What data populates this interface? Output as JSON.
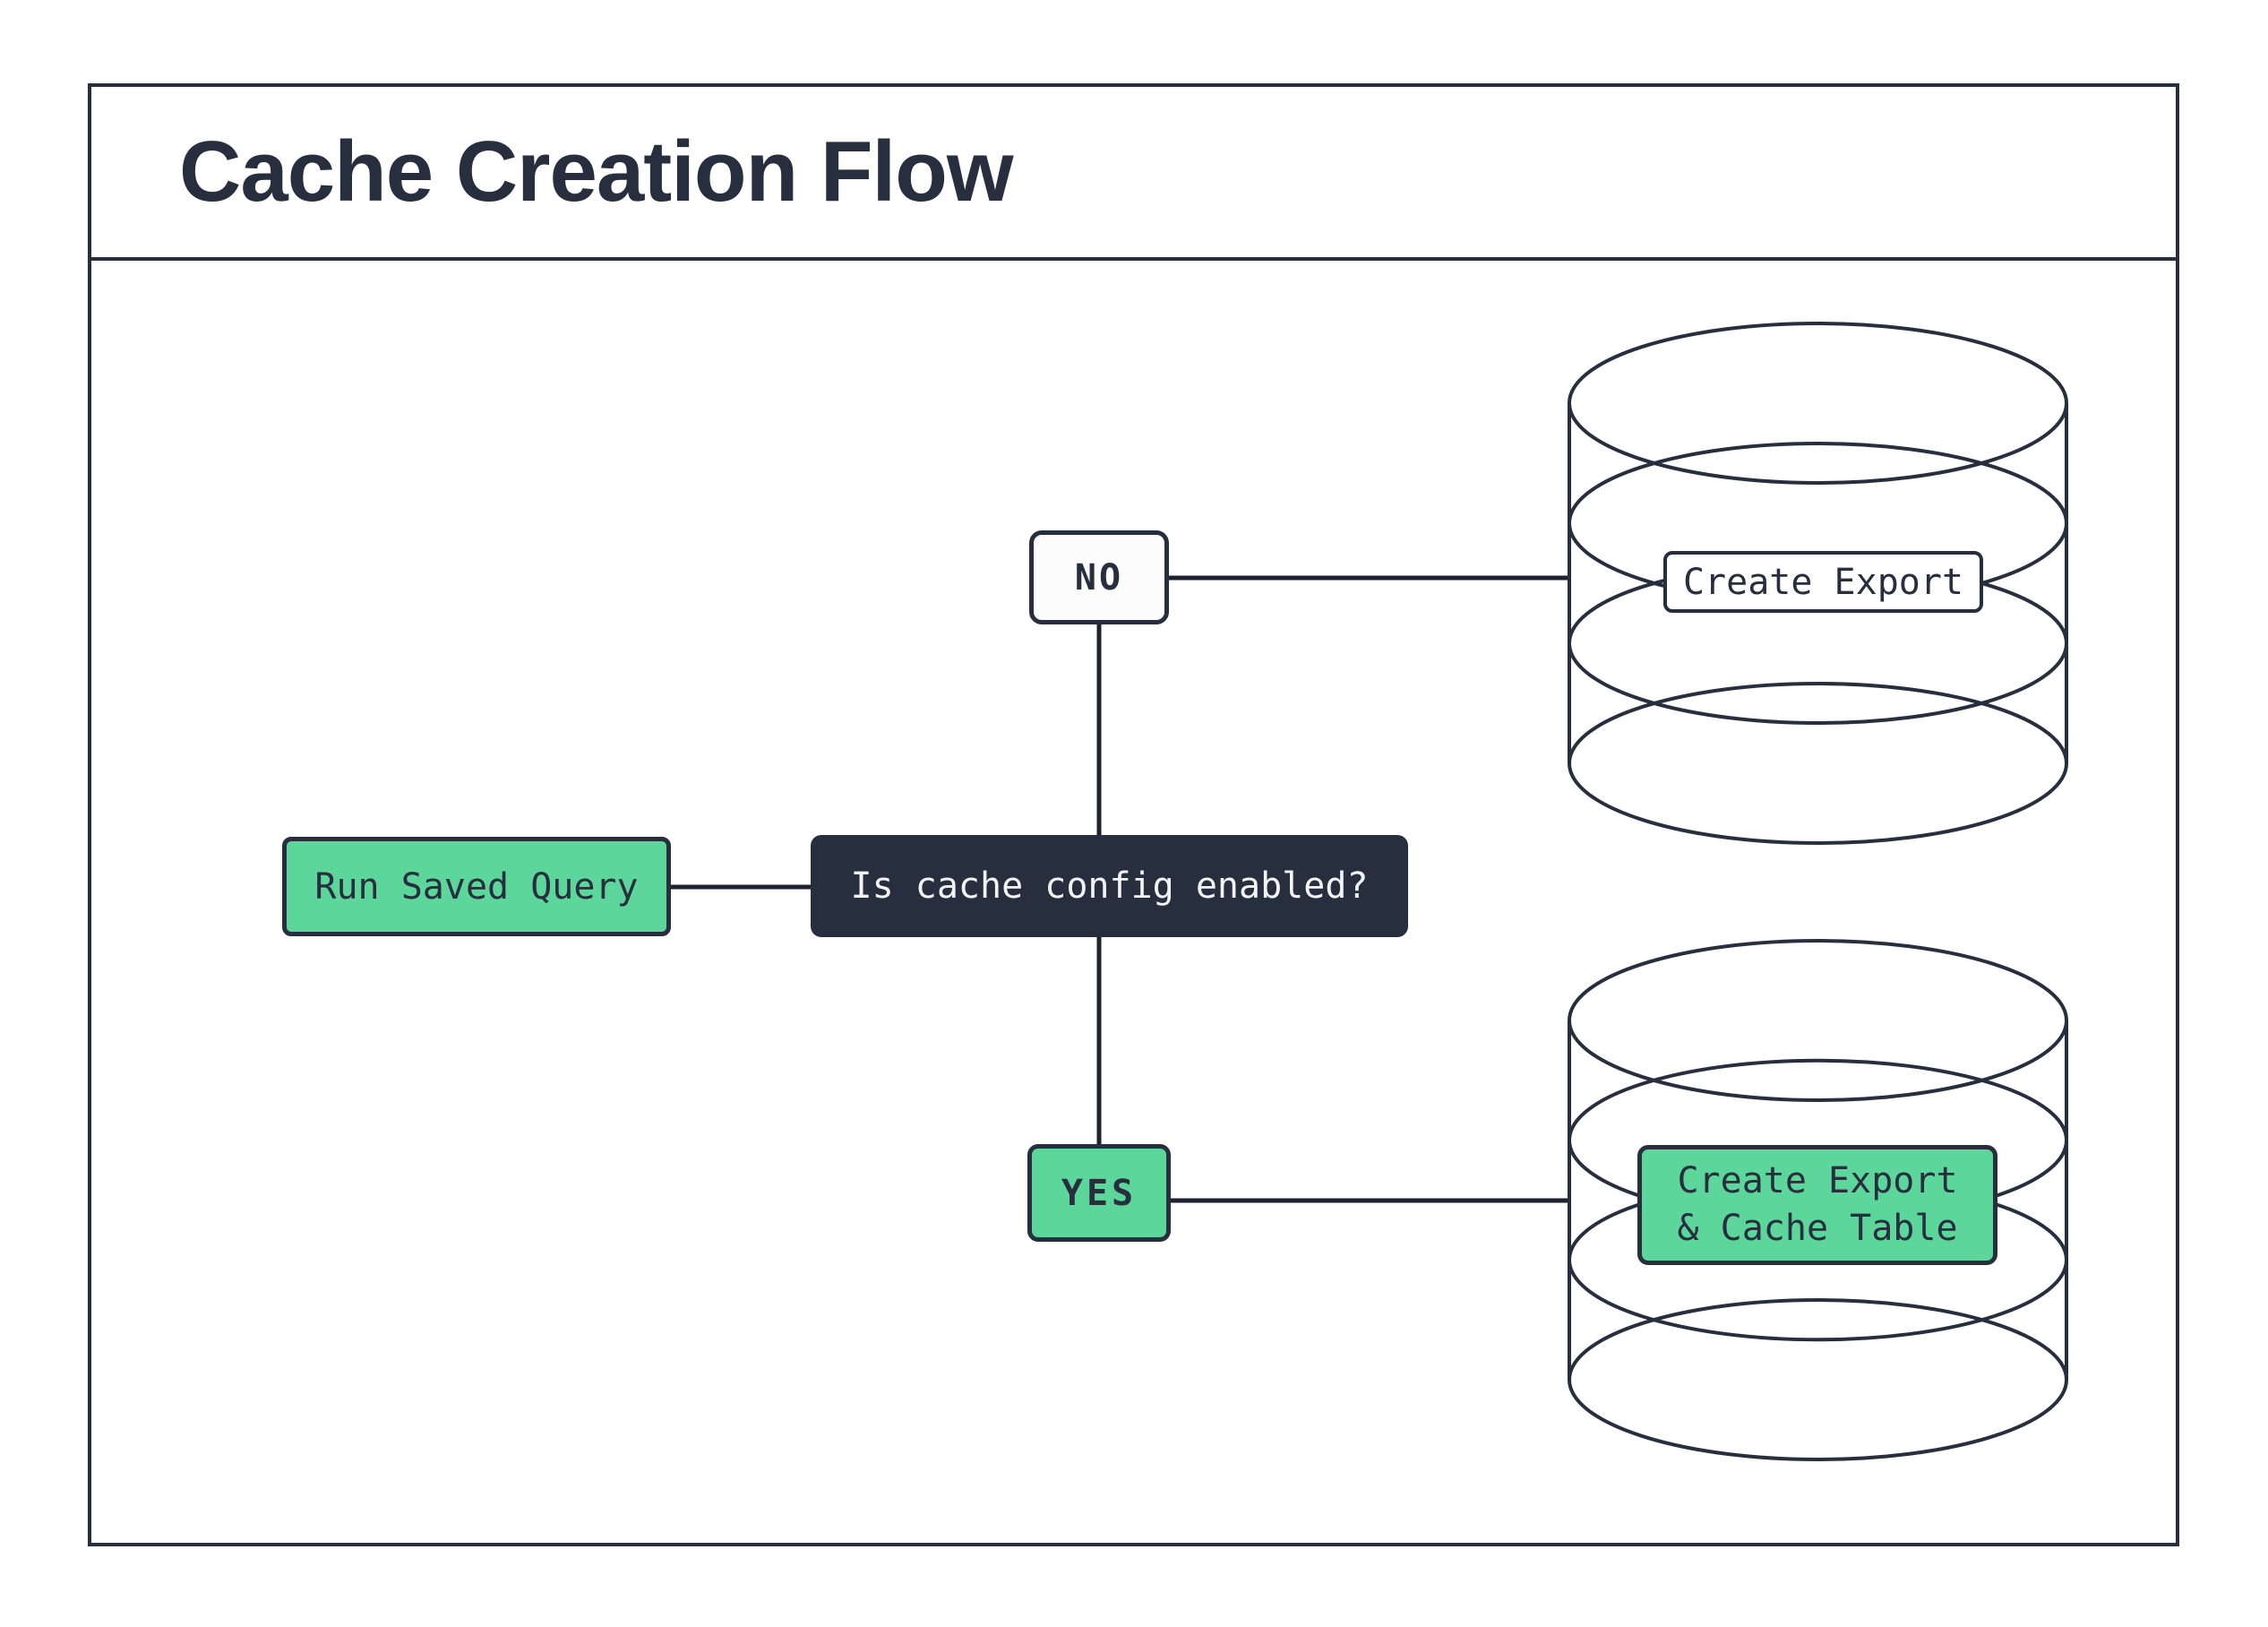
{
  "title": "Cache Creation Flow",
  "flow": {
    "start": {
      "label": "Run Saved Query"
    },
    "decision": {
      "label": "Is cache config enabled?"
    },
    "branch_no": {
      "label": "NO"
    },
    "branch_yes": {
      "label": "YES"
    },
    "outcome_no": {
      "label": "Create Export"
    },
    "outcome_yes": {
      "line1": "Create Export",
      "line2": "& Cache Table"
    }
  },
  "colors": {
    "dark": "#272e3e",
    "green": "#5cd69b",
    "no_box_bg": "#fcfcfd",
    "decision_text": "#f2f3f5",
    "background": "#ffffff"
  }
}
